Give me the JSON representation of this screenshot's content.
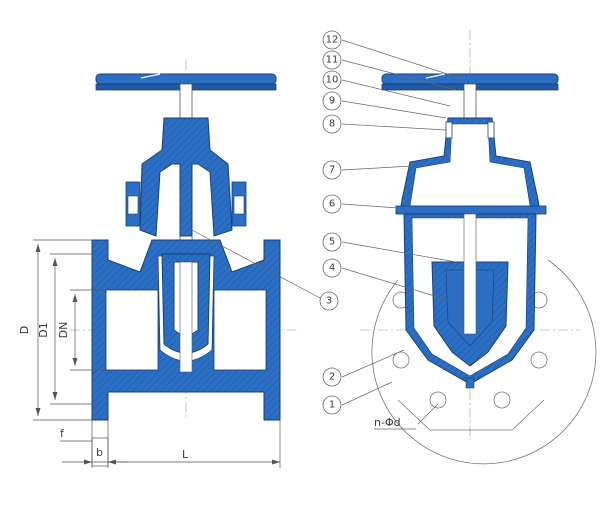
{
  "colors": {
    "body_blue": "#2a6fc4",
    "outline": "#1a3f7a",
    "line": "#666666",
    "background": "#ffffff"
  },
  "dimension_labels": {
    "D": "D",
    "D1": "D1",
    "DN": "DN",
    "f": "f",
    "b": "b",
    "L": "L",
    "n_phi_d": "n-Φd"
  },
  "part_numbers": [
    "12",
    "11",
    "10",
    "9",
    "8",
    "7",
    "6",
    "5",
    "4",
    "3",
    "2",
    "1"
  ]
}
